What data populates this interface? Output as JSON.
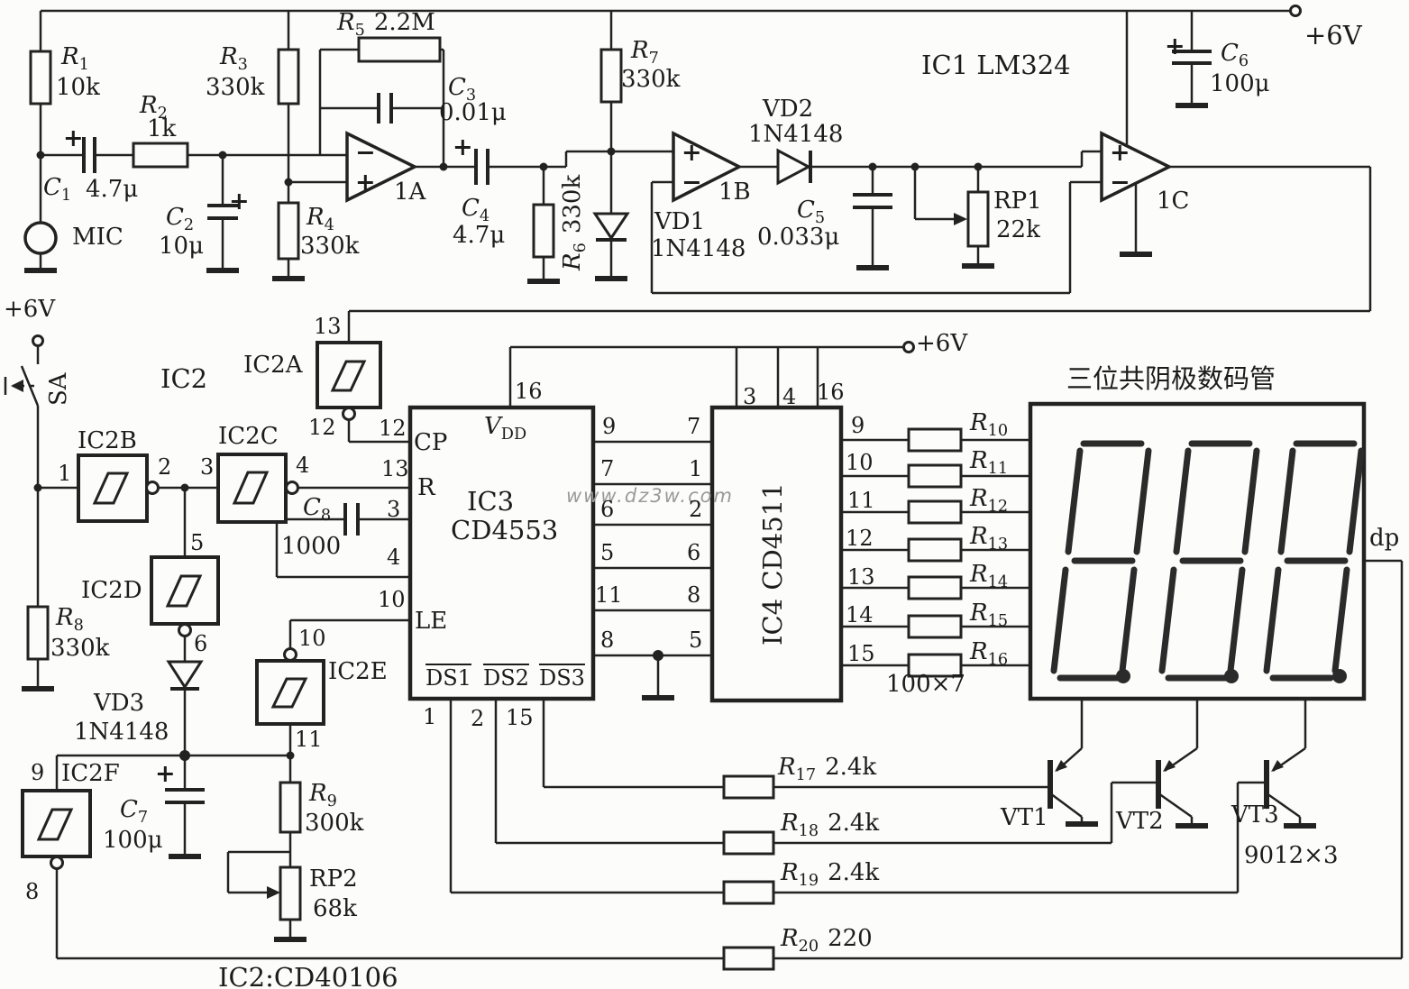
{
  "power": {
    "v6_top": "+6V",
    "v6_mid": "+6V",
    "v6_switch": "+6V"
  },
  "symbols": {
    "plus": "+",
    "minus": "−"
  },
  "ic1": {
    "title": "IC1 LM324",
    "amp_a": "1A",
    "amp_b": "1B",
    "amp_c": "1C"
  },
  "ic2": {
    "title": "IC2",
    "note": "IC2:CD40106",
    "gate_a": "IC2A",
    "gate_b": "IC2B",
    "gate_c": "IC2C",
    "gate_d": "IC2D",
    "gate_e": "IC2E",
    "gate_f": "IC2F",
    "pins": {
      "a_in": "13",
      "a_out": "12",
      "b_in": "1",
      "b_out": "2",
      "c_in": "3",
      "c_out": "4",
      "d_in": "5",
      "d_out": "6",
      "e_out": "10",
      "e_in": "11",
      "f_in": "9",
      "f_out": "8"
    }
  },
  "ic3": {
    "name1": "IC3",
    "name2": "CD4553",
    "vdd_sym": "V",
    "vdd_sub": "DD",
    "cp": "CP",
    "r": "R",
    "le": "LE",
    "ds1": "DS1",
    "ds2": "DS2",
    "ds3": "DS3",
    "pin16": "16",
    "pin12": "12",
    "pin13": "13",
    "pin3": "3",
    "pin4": "4",
    "pin10": "10",
    "pin1": "1",
    "pin2": "2",
    "pin15": "15",
    "out_pins": [
      "9",
      "7",
      "6",
      "5",
      "11",
      "8"
    ]
  },
  "ic4": {
    "name": "IC4 CD4511",
    "top_pins": [
      "3",
      "4",
      "16"
    ],
    "in_pins": [
      "7",
      "1",
      "2",
      "6",
      "8",
      "5"
    ],
    "out_pins": [
      "9",
      "10",
      "11",
      "12",
      "13",
      "14",
      "15"
    ]
  },
  "display": {
    "title": "三位共阴极数码管",
    "dp": "dp"
  },
  "watermark": "www.dz3w.com",
  "components": {
    "r1": {
      "sym": "R",
      "sub": "1",
      "value": "10k"
    },
    "r2": {
      "sym": "R",
      "sub": "2",
      "value": "1k"
    },
    "r3": {
      "sym": "R",
      "sub": "3",
      "value": "330k"
    },
    "r4": {
      "sym": "R",
      "sub": "4",
      "value": "330k"
    },
    "r5": {
      "sym": "R",
      "sub": "5",
      "suffix": "2.2M"
    },
    "r6": {
      "sym": "R",
      "sub": "6",
      "suffix": "330k"
    },
    "r7": {
      "sym": "R",
      "sub": "7",
      "value": "330k"
    },
    "r8": {
      "sym": "R",
      "sub": "8",
      "value": "330k"
    },
    "r9": {
      "sym": "R",
      "sub": "9",
      "value": "300k"
    },
    "r10": {
      "sym": "R",
      "sub": "10"
    },
    "r11": {
      "sym": "R",
      "sub": "11"
    },
    "r12": {
      "sym": "R",
      "sub": "12"
    },
    "r13": {
      "sym": "R",
      "sub": "13"
    },
    "r14": {
      "sym": "R",
      "sub": "14"
    },
    "r15": {
      "sym": "R",
      "sub": "15"
    },
    "r16": {
      "sym": "R",
      "sub": "16"
    },
    "r17": {
      "sym": "R",
      "sub": "17",
      "suffix": "2.4k"
    },
    "r18": {
      "sym": "R",
      "sub": "18",
      "suffix": "2.4k"
    },
    "r19": {
      "sym": "R",
      "sub": "19",
      "suffix": "2.4k"
    },
    "r20": {
      "sym": "R",
      "sub": "20",
      "suffix": "220"
    },
    "r_array_note": "100×7",
    "rp1": {
      "label": "RP1",
      "value": "22k"
    },
    "rp2": {
      "label": "RP2",
      "value": "68k"
    },
    "c1": {
      "sym": "C",
      "sub": "1",
      "value": "4.7μ"
    },
    "c2": {
      "sym": "C",
      "sub": "2",
      "value": "10μ"
    },
    "c3": {
      "sym": "C",
      "sub": "3",
      "value": "0.01μ"
    },
    "c4": {
      "sym": "C",
      "sub": "4",
      "value": "4.7μ"
    },
    "c5": {
      "sym": "C",
      "sub": "5",
      "value": "0.033μ"
    },
    "c6": {
      "sym": "C",
      "sub": "6",
      "value": "100μ"
    },
    "c7": {
      "sym": "C",
      "sub": "7",
      "value": "100μ"
    },
    "c8": {
      "sym": "C",
      "sub": "8",
      "value": "1000"
    },
    "vd1": {
      "label": "VD1",
      "value": "1N4148"
    },
    "vd2": {
      "label": "VD2",
      "value": "1N4148"
    },
    "vd3": {
      "label": "VD3",
      "value": "1N4148"
    },
    "vt1": {
      "label": "VT1"
    },
    "vt2": {
      "label": "VT2"
    },
    "vt3": {
      "label": "VT3"
    },
    "vt_note": "9012×3",
    "mic": {
      "label": "MIC"
    },
    "sa": {
      "label": "SA"
    }
  }
}
